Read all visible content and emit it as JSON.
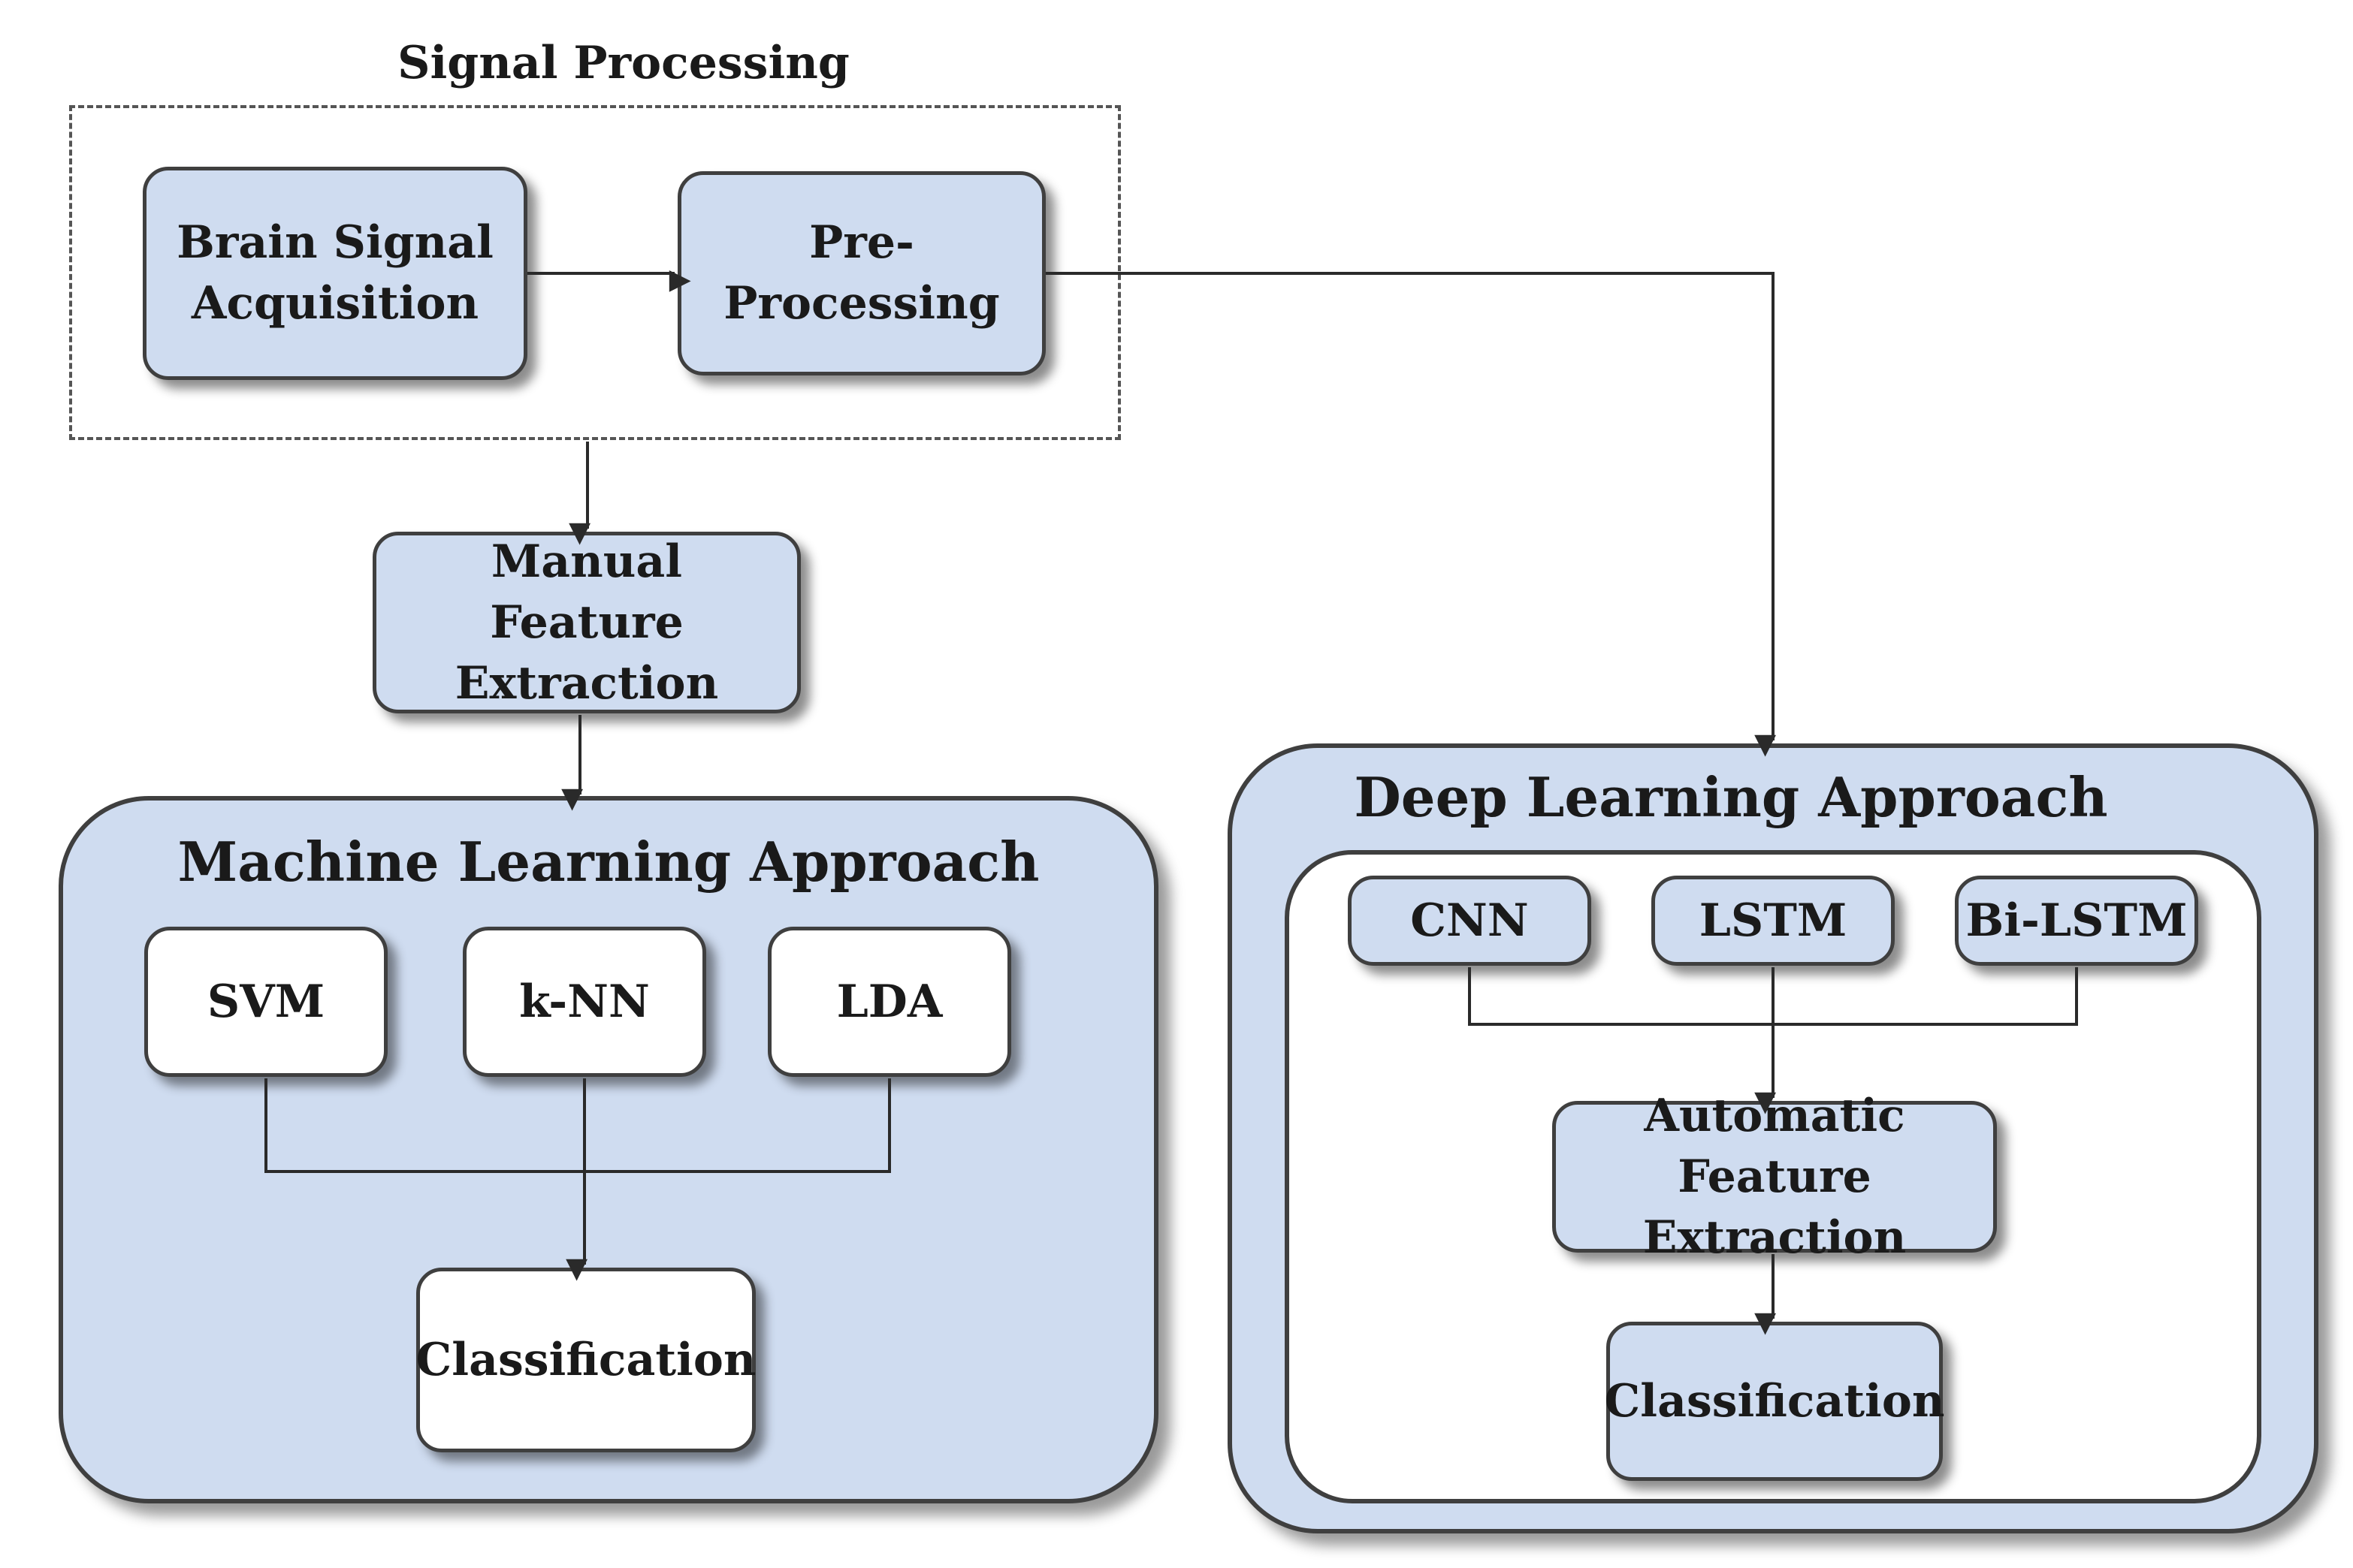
{
  "signal_processing": {
    "title": "Signal Processing",
    "acquisition": "Brain Signal Acquisition",
    "preprocessing": "Pre-Processing"
  },
  "manual_feature_extraction": "Manual Feature Extraction",
  "machine_learning": {
    "title": "Machine Learning Approach",
    "methods": [
      "SVM",
      "k-NN",
      "LDA"
    ],
    "classification": "Classification"
  },
  "deep_learning": {
    "title": "Deep Learning Approach",
    "methods": [
      "CNN",
      "LSTM",
      "Bi-LSTM"
    ],
    "automatic_feature_extraction": "Automatic Feature Extraction",
    "classification": "Classification"
  },
  "colors": {
    "box_fill": "#cfdcf0",
    "outline": "#3f3f3f",
    "white_box": "#ffffff"
  }
}
